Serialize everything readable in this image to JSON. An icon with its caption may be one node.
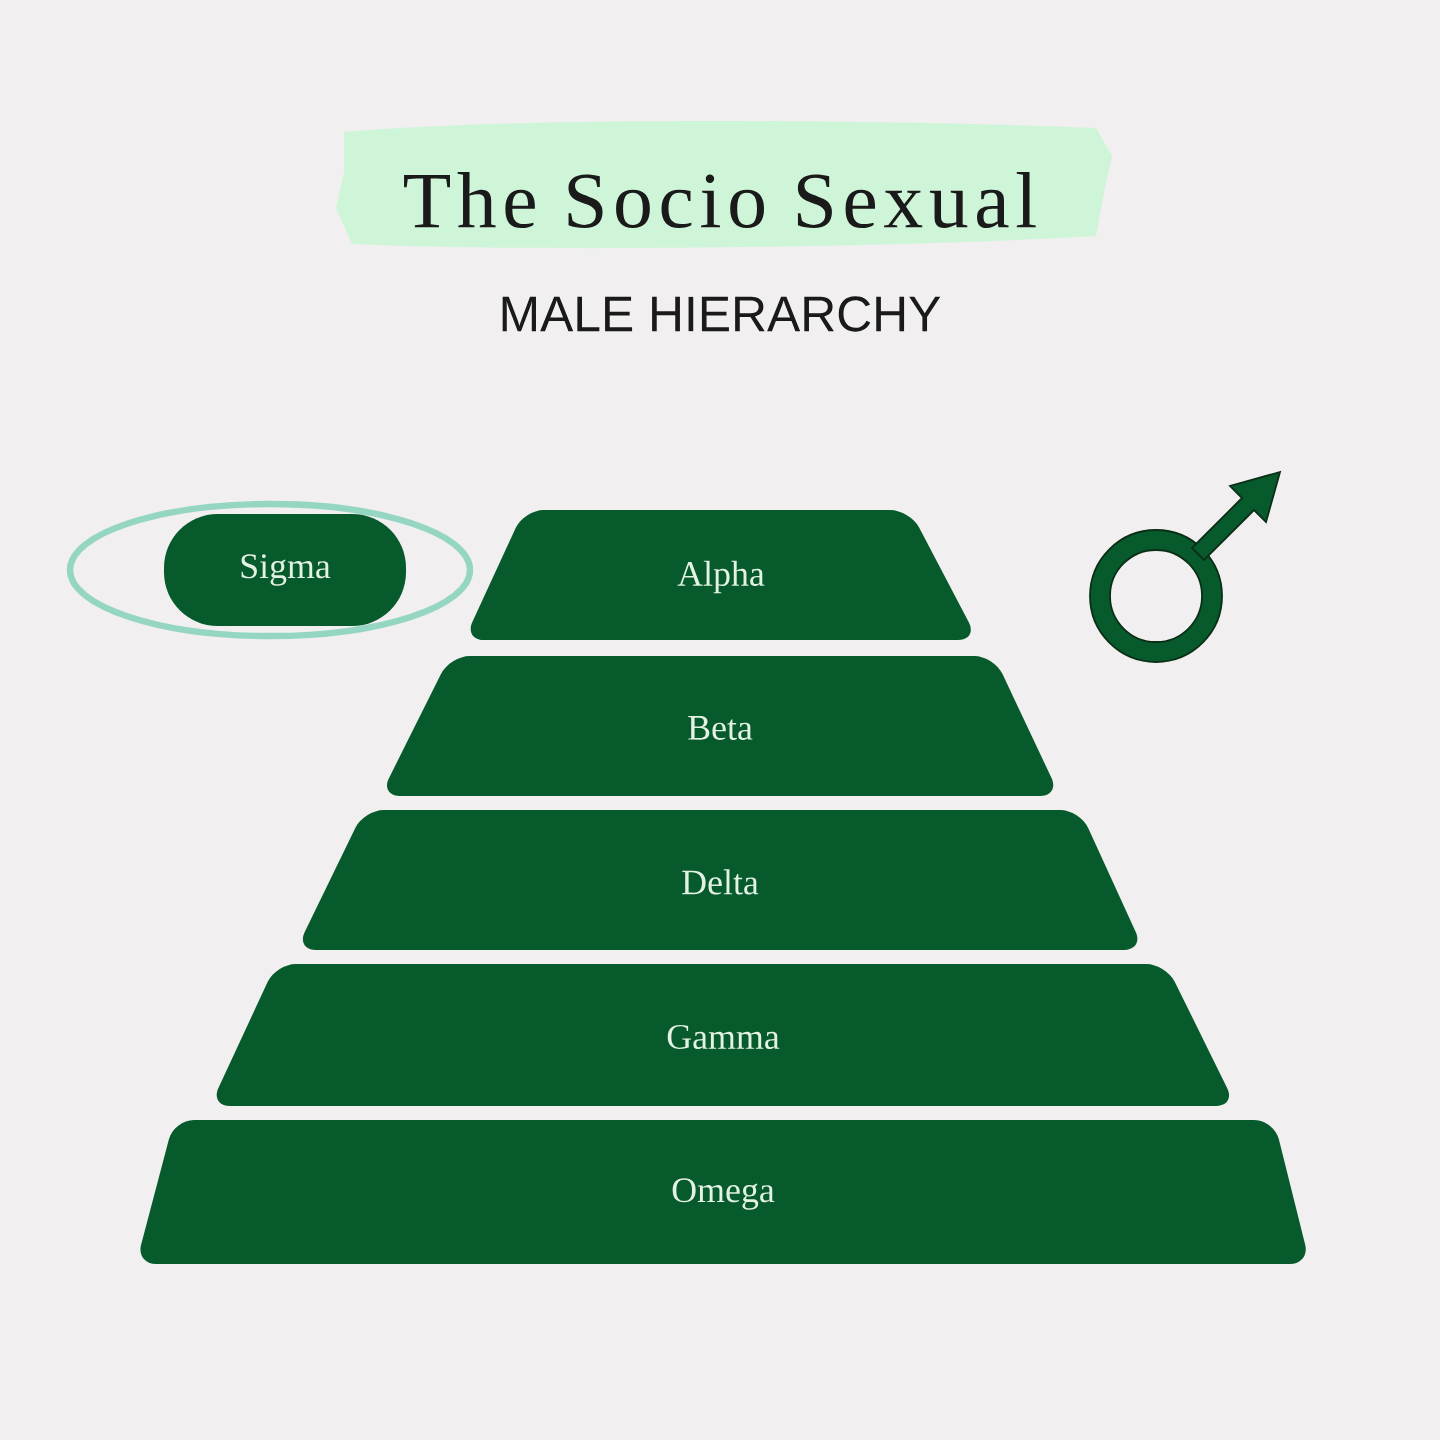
{
  "diagram": {
    "title": "The Socio Sexual",
    "nodes": [
      {
        "text": [
          "Sigma"
        ]
      },
      {
        "text": [
          "Alpha"
        ]
      },
      {
        "text": [
          "Beta"
        ]
      },
      {
        "text": [
          "Delta"
        ]
      },
      {
        "text": [
          "Gamma"
        ]
      },
      {
        "text": [
          "Omega"
        ]
      }
    ],
    "labels": [
      "MALE HIERARCHY"
    ]
  }
}
